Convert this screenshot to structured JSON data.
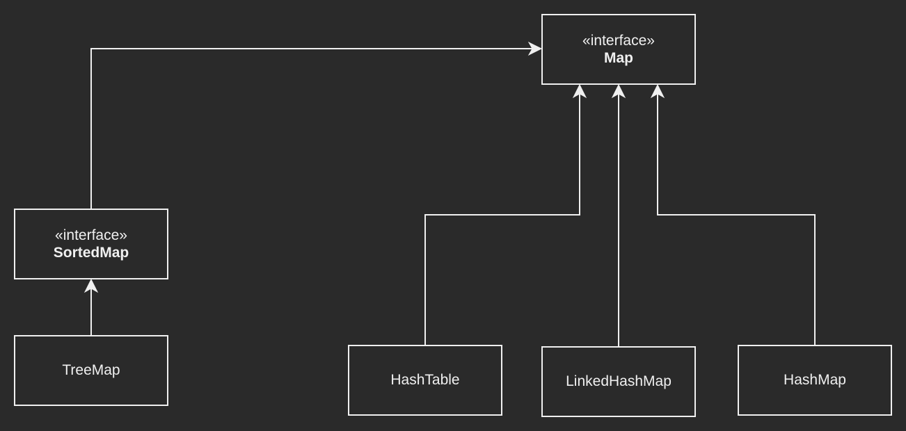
{
  "colors": {
    "background": "#2a2a2a",
    "stroke": "#f0f0f0",
    "text": "#f0f0f0"
  },
  "nodes": {
    "map": {
      "stereotype": "«interface»",
      "name": "Map"
    },
    "sorted_map": {
      "stereotype": "«interface»",
      "name": "SortedMap"
    },
    "tree_map": {
      "name": "TreeMap"
    },
    "hash_table": {
      "name": "HashTable"
    },
    "linked_hash_map": {
      "name": "LinkedHashMap"
    },
    "hash_map": {
      "name": "HashMap"
    }
  },
  "edges": [
    {
      "from": "sorted_map",
      "to": "map",
      "arrow": "open"
    },
    {
      "from": "tree_map",
      "to": "sorted_map",
      "arrow": "open"
    },
    {
      "from": "hash_table",
      "to": "map",
      "arrow": "open"
    },
    {
      "from": "linked_hash_map",
      "to": "map",
      "arrow": "open"
    },
    {
      "from": "hash_map",
      "to": "map",
      "arrow": "open"
    }
  ]
}
